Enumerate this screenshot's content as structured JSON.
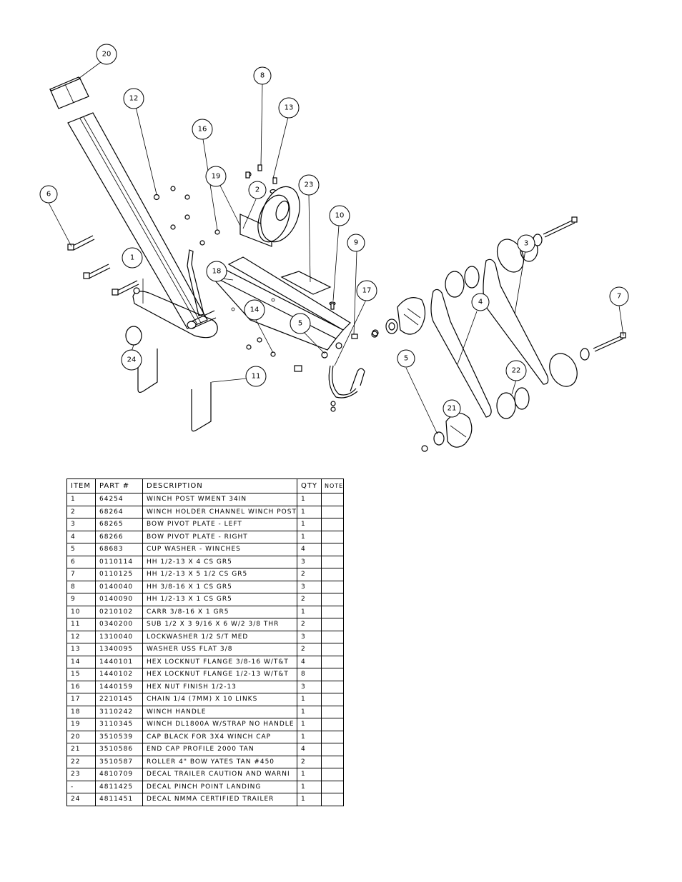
{
  "drawing": {
    "title": "Winch post and bow pivot assembly exploded view",
    "callouts": [
      "20",
      "12",
      "16",
      "8",
      "13",
      "19",
      "2",
      "23",
      "10",
      "6",
      "9",
      "1",
      "18",
      "14",
      "5",
      "17",
      "3",
      "4",
      "7",
      "24",
      "11",
      "22",
      "21",
      "5"
    ]
  },
  "bom": {
    "headers": {
      "item": "ITEM",
      "part": "PART #",
      "description": "DESCRIPTION",
      "qty": "QTY",
      "note": "NOTE"
    },
    "rows": [
      {
        "item": "1",
        "part": "64254",
        "description": "WINCH POST WMENT  34IN",
        "qty": "1",
        "note": ""
      },
      {
        "item": "2",
        "part": "68264",
        "description": "WINCH HOLDER CHANNEL WINCH POST",
        "qty": "1",
        "note": ""
      },
      {
        "item": "3",
        "part": "68265",
        "description": "BOW PIVOT PLATE - LEFT",
        "qty": "1",
        "note": ""
      },
      {
        "item": "4",
        "part": "68266",
        "description": "BOW PIVOT PLATE - RIGHT",
        "qty": "1",
        "note": ""
      },
      {
        "item": "5",
        "part": "68683",
        "description": "CUP WASHER - WINCHES",
        "qty": "4",
        "note": ""
      },
      {
        "item": "6",
        "part": "0110114",
        "description": "HH 1/2-13 X 4 CS GR5",
        "qty": "3",
        "note": ""
      },
      {
        "item": "7",
        "part": "0110125",
        "description": "HH 1/2-13 X 5 1/2 CS GR5",
        "qty": "2",
        "note": ""
      },
      {
        "item": "8",
        "part": "0140040",
        "description": "HH 3/8-16 X 1 CS GR5",
        "qty": "3",
        "note": ""
      },
      {
        "item": "9",
        "part": "0140090",
        "description": "HH 1/2-13 X 1 CS GR5",
        "qty": "2",
        "note": ""
      },
      {
        "item": "10",
        "part": "0210102",
        "description": "CARR 3/8-16 X 1 GR5",
        "qty": "1",
        "note": ""
      },
      {
        "item": "11",
        "part": "0340200",
        "description": "SUB 1/2 X 3 9/16 X 6 W/2 3/8 THR",
        "qty": "2",
        "note": ""
      },
      {
        "item": "12",
        "part": "1310040",
        "description": "LOCKWASHER 1/2 S/T MED",
        "qty": "3",
        "note": ""
      },
      {
        "item": "13",
        "part": "1340095",
        "description": "WASHER USS FLAT 3/8",
        "qty": "2",
        "note": ""
      },
      {
        "item": "14",
        "part": "1440101",
        "description": "HEX LOCKNUT FLANGE 3/8-16 W/T&T",
        "qty": "4",
        "note": ""
      },
      {
        "item": "15",
        "part": "1440102",
        "description": "HEX LOCKNUT FLANGE 1/2-13 W/T&T",
        "qty": "8",
        "note": ""
      },
      {
        "item": "16",
        "part": "1440159",
        "description": "HEX NUT FINISH 1/2-13",
        "qty": "3",
        "note": ""
      },
      {
        "item": "17",
        "part": "2210145",
        "description": "CHAIN 1/4 (7MM) X 10 LINKS",
        "qty": "1",
        "note": ""
      },
      {
        "item": "18",
        "part": "3110242",
        "description": "WINCH HANDLE",
        "qty": "1",
        "note": ""
      },
      {
        "item": "19",
        "part": "3110345",
        "description": "WINCH DL1800A W/STRAP  NO HANDLE",
        "qty": "1",
        "note": ""
      },
      {
        "item": "20",
        "part": "3510539",
        "description": "CAP BLACK FOR 3X4 WINCH CAP",
        "qty": "1",
        "note": ""
      },
      {
        "item": "21",
        "part": "3510586",
        "description": "END CAP PROFILE 2000 TAN",
        "qty": "4",
        "note": ""
      },
      {
        "item": "22",
        "part": "3510587",
        "description": "ROLLER 4\" BOW YATES TAN #450",
        "qty": "2",
        "note": ""
      },
      {
        "item": "23",
        "part": "4810709",
        "description": "DECAL TRAILER CAUTION AND WARNI",
        "qty": "1",
        "note": ""
      },
      {
        "item": "-",
        "part": "4811425",
        "description": "DECAL PINCH POINT LANDING",
        "qty": "1",
        "note": ""
      },
      {
        "item": "24",
        "part": "4811451",
        "description": " DECAL NMMA CERTIFIED TRAILER",
        "qty": "1",
        "note": ""
      }
    ]
  }
}
